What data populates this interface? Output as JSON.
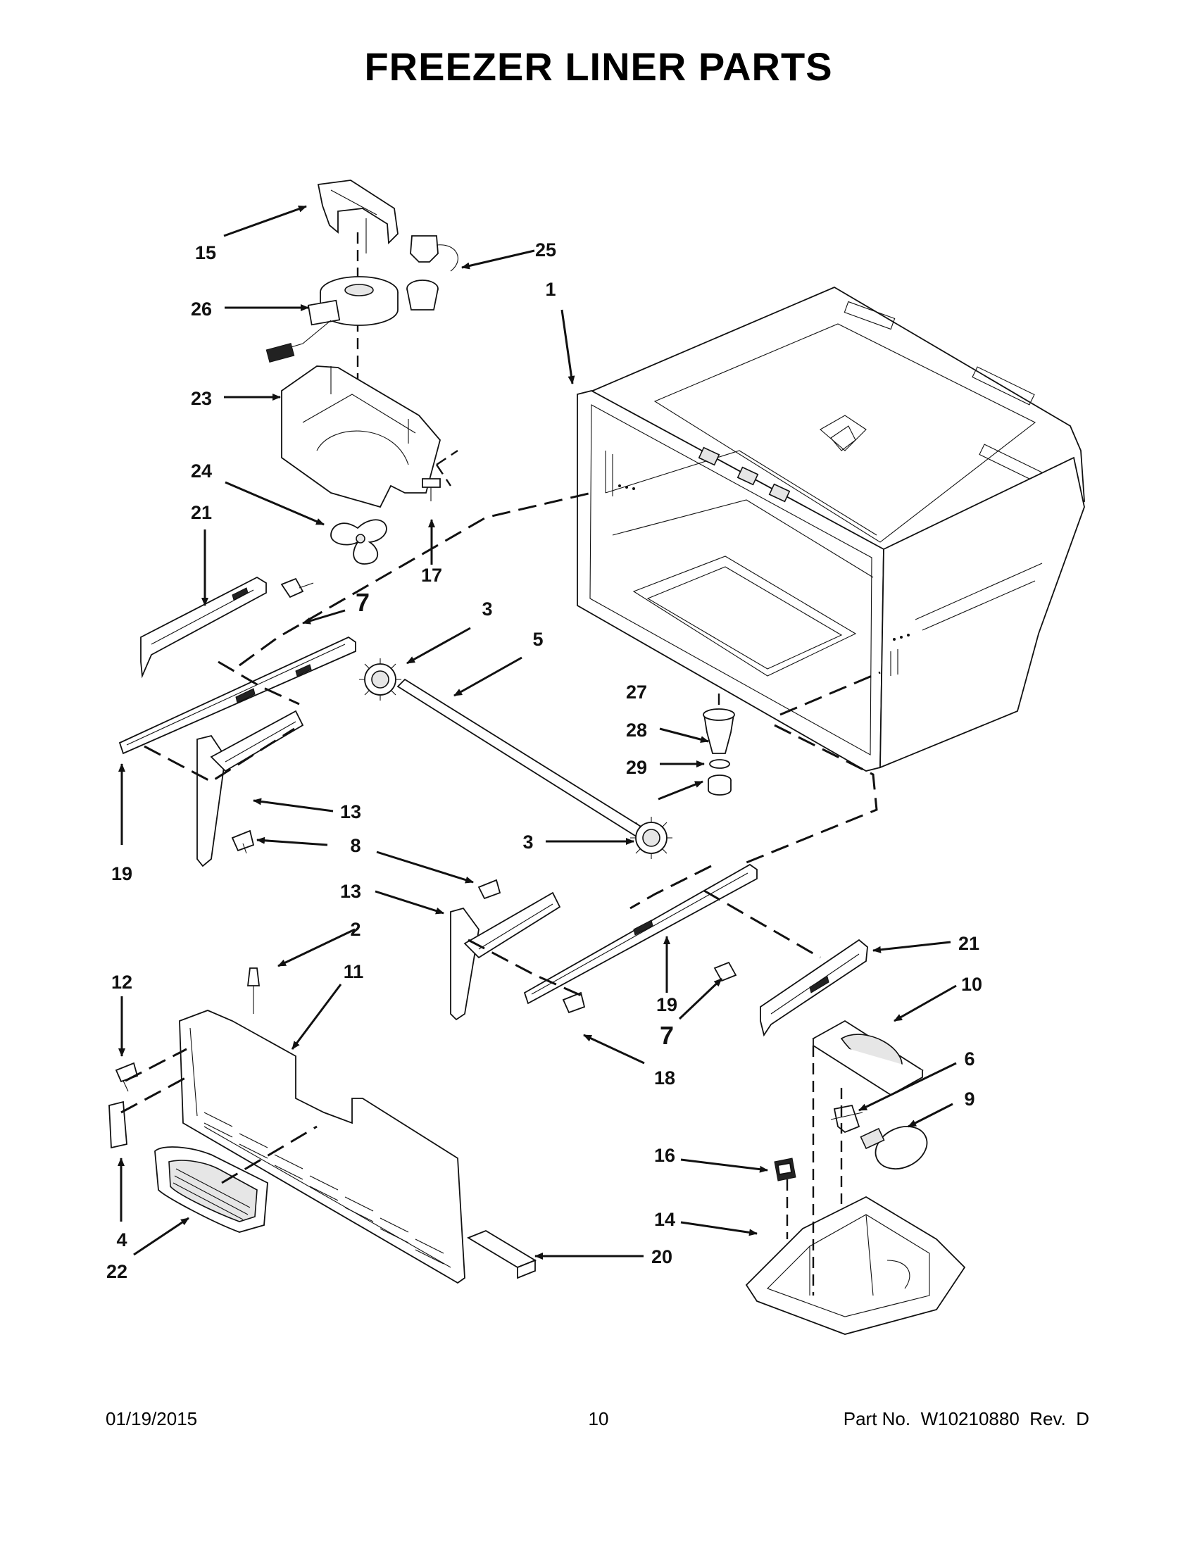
{
  "page": {
    "title": "FREEZER LINER PARTS"
  },
  "callouts": {
    "c1": "1",
    "c2": "2",
    "c3a": "3",
    "c3b": "3",
    "c4": "4",
    "c5": "5",
    "c6": "6",
    "c7a": "7",
    "c7b": "7",
    "c8": "8",
    "c9": "9",
    "c10": "10",
    "c11": "11",
    "c12": "12",
    "c13a": "13",
    "c13b": "13",
    "c14": "14",
    "c15": "15",
    "c16": "16",
    "c17": "17",
    "c18": "18",
    "c19a": "19",
    "c19b": "19",
    "c20": "20",
    "c21a": "21",
    "c21b": "21",
    "c22": "22",
    "c23": "23",
    "c24": "24",
    "c25": "25",
    "c26": "26",
    "c27": "27",
    "c28": "28",
    "c29": "29"
  },
  "footer": {
    "date": "01/19/2015",
    "page_number": "10",
    "part_number": "Part No.  W10210880  Rev.  D"
  }
}
